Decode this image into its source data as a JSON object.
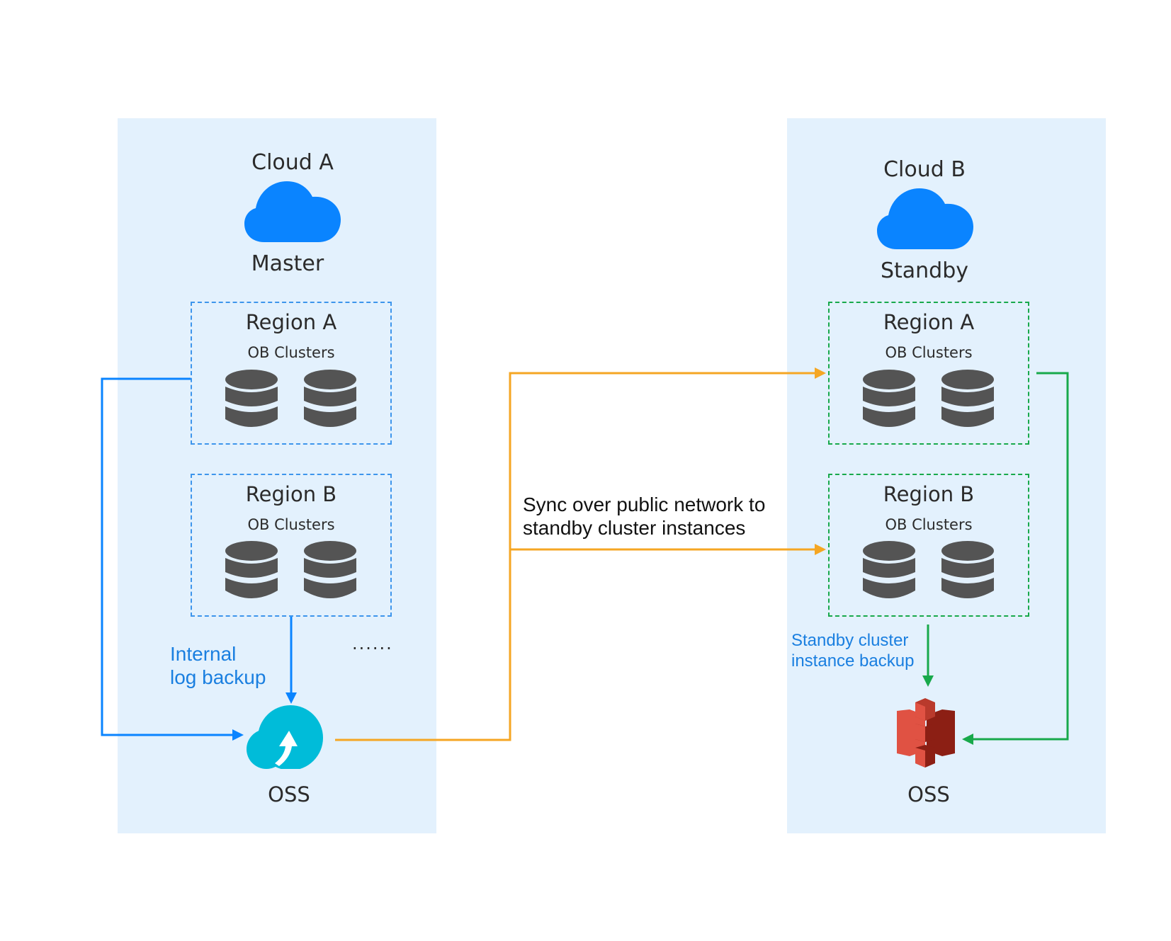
{
  "left_cloud": {
    "title": "Cloud A",
    "role": "Master",
    "icon": "cloud-icon",
    "regions": [
      {
        "title": "Region A",
        "subtitle": "OB Clusters",
        "databases": 2
      },
      {
        "title": "Region B",
        "subtitle": "OB Clusters",
        "databases": 2
      }
    ],
    "ellipsis": "......",
    "backup_label_line1": "Internal",
    "backup_label_line2": "log backup",
    "storage_label": "OSS",
    "storage_icon": "oss-upload-cloud-icon"
  },
  "right_cloud": {
    "title": "Cloud B",
    "role": "Standby",
    "icon": "cloud-icon",
    "regions": [
      {
        "title": "Region A",
        "subtitle": "OB Clusters",
        "databases": 2
      },
      {
        "title": "Region B",
        "subtitle": "OB Clusters",
        "databases": 2
      }
    ],
    "backup_label_line1": "Standby cluster",
    "backup_label_line2": "instance backup",
    "storage_label": "OSS",
    "storage_icon": "s3-bucket-icon"
  },
  "sync": {
    "label_line1": "Sync over public network to",
    "label_line2": "standby cluster instances"
  },
  "colors": {
    "panel_bg": "#e3f1fd",
    "master_blue": "#0a84ff",
    "oss_teal": "#00bcd9",
    "sync_orange": "#f5a623",
    "standby_green": "#18a94b",
    "db_gray": "#545454",
    "label_blue": "#1a7fe0",
    "s3_red": "#e05243"
  }
}
